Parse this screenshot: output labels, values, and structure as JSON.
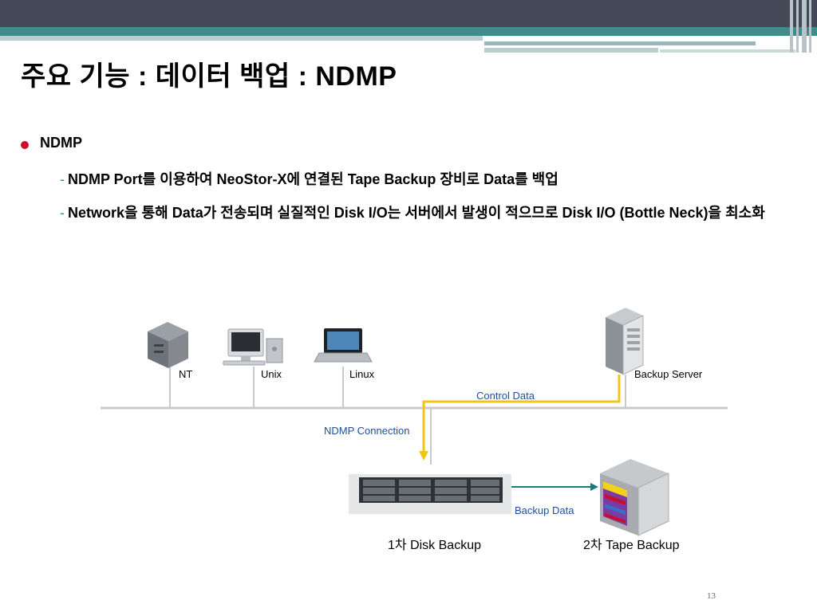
{
  "slide": {
    "title": "주요 기능 : 데이터 백업 : NDMP",
    "bullet": "NDMP",
    "sub_items": [
      {
        "dash": "-",
        "text": "NDMP Port를 이용하여 NeoStor-X에 연결된 Tape Backup 장비로 Data를 백업"
      },
      {
        "dash": "-",
        "text": "Network을 통해 Data가 전송되며 실질적인 Disk I/O는 서버에서 발생이 적으므로 Disk I/O (Bottle Neck)을 최소화"
      }
    ],
    "page_number": "13"
  },
  "diagram": {
    "nodes": {
      "nt": "NT",
      "unix": "Unix",
      "linux": "Linux",
      "backup_server": "Backup Server"
    },
    "labels": {
      "control_data": "Control Data",
      "ndmp_connection": "NDMP Connection",
      "backup_data": "Backup Data",
      "disk_backup": "1차 Disk Backup",
      "tape_backup": "2차 Tape Backup"
    },
    "icons": [
      "server-tower-icon",
      "imac-icon",
      "laptop-icon",
      "rack-server-icon",
      "disk-array-icon",
      "tape-library-icon"
    ],
    "colors": {
      "control_line": "#f2c318",
      "backup_arrow": "#1e7b78",
      "label_blue": "#1f4e9c",
      "bullet": "#c8102e",
      "header_dark": "#454857",
      "header_teal": "#3e8d8a"
    }
  }
}
